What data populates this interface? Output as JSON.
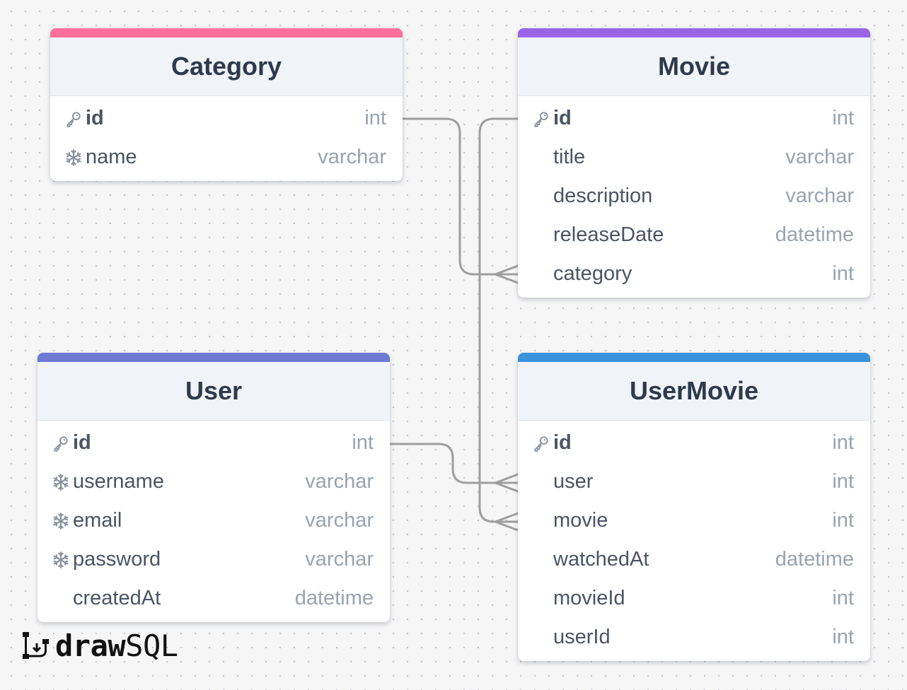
{
  "brand": {
    "name_bold": "draw",
    "name_regular": "SQL"
  },
  "colors": {
    "category": "#fd6f9b",
    "movie": "#9964e3",
    "user": "#6d7ad4",
    "usermovie": "#3c93dd",
    "connector": "#9e9e9e"
  },
  "tables": [
    {
      "id": "category",
      "title": "Category",
      "columns": [
        {
          "name": "id",
          "type": "int",
          "icon": "key-icon",
          "pk": true
        },
        {
          "name": "name",
          "type": "varchar",
          "icon": "snowflake-icon",
          "pk": false
        }
      ]
    },
    {
      "id": "movie",
      "title": "Movie",
      "columns": [
        {
          "name": "id",
          "type": "int",
          "icon": "key-icon",
          "pk": true
        },
        {
          "name": "title",
          "type": "varchar",
          "icon": "",
          "pk": false
        },
        {
          "name": "description",
          "type": "varchar",
          "icon": "",
          "pk": false
        },
        {
          "name": "releaseDate",
          "type": "datetime",
          "icon": "",
          "pk": false
        },
        {
          "name": "category",
          "type": "int",
          "icon": "",
          "pk": false
        }
      ]
    },
    {
      "id": "user",
      "title": "User",
      "columns": [
        {
          "name": "id",
          "type": "int",
          "icon": "key-icon",
          "pk": true
        },
        {
          "name": "username",
          "type": "varchar",
          "icon": "snowflake-icon",
          "pk": false
        },
        {
          "name": "email",
          "type": "varchar",
          "icon": "snowflake-icon",
          "pk": false
        },
        {
          "name": "password",
          "type": "varchar",
          "icon": "snowflake-icon",
          "pk": false
        },
        {
          "name": "createdAt",
          "type": "datetime",
          "icon": "",
          "pk": false
        }
      ]
    },
    {
      "id": "usermovie",
      "title": "UserMovie",
      "columns": [
        {
          "name": "id",
          "type": "int",
          "icon": "key-icon",
          "pk": true
        },
        {
          "name": "user",
          "type": "int",
          "icon": "",
          "pk": false
        },
        {
          "name": "movie",
          "type": "int",
          "icon": "",
          "pk": false
        },
        {
          "name": "watchedAt",
          "type": "datetime",
          "icon": "",
          "pk": false
        },
        {
          "name": "movieId",
          "type": "int",
          "icon": "",
          "pk": false
        },
        {
          "name": "userId",
          "type": "int",
          "icon": "",
          "pk": false
        }
      ]
    }
  ],
  "relations": [
    {
      "from": "category.id",
      "to": "movie.category",
      "cardinality": "one-to-many"
    },
    {
      "from": "user.id",
      "to": "usermovie.user",
      "cardinality": "one-to-many"
    },
    {
      "from": "movie.id",
      "to": "usermovie.movie",
      "cardinality": "one-to-many"
    }
  ]
}
